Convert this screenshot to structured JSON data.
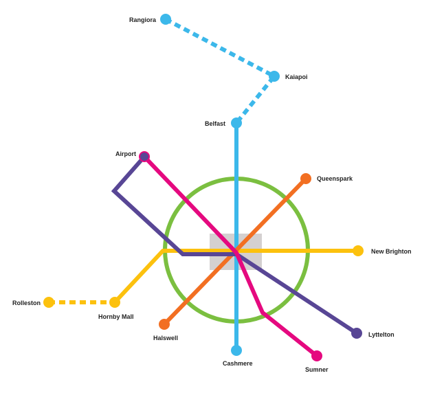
{
  "map": {
    "colors": {
      "light_blue": "#3cb8ea",
      "green": "#7bbf40",
      "orange": "#f26f22",
      "magenta": "#e5097f",
      "purple": "#584695",
      "yellow": "#fcc10e",
      "centre": "#d4d0d0"
    },
    "stations": {
      "rangiora": "Rangiora",
      "kaiapoi": "Kaiapoi",
      "belfast": "Belfast",
      "airport": "Airport",
      "queenspark": "Queenspark",
      "new_brighton": "New Brighton",
      "rolleston": "Rolleston",
      "hornby_mall": "Hornby Mall",
      "halswell": "Halswell",
      "lyttelton": "Lyttelton",
      "cashmere": "Cashmere",
      "sumner": "Sumner"
    }
  }
}
